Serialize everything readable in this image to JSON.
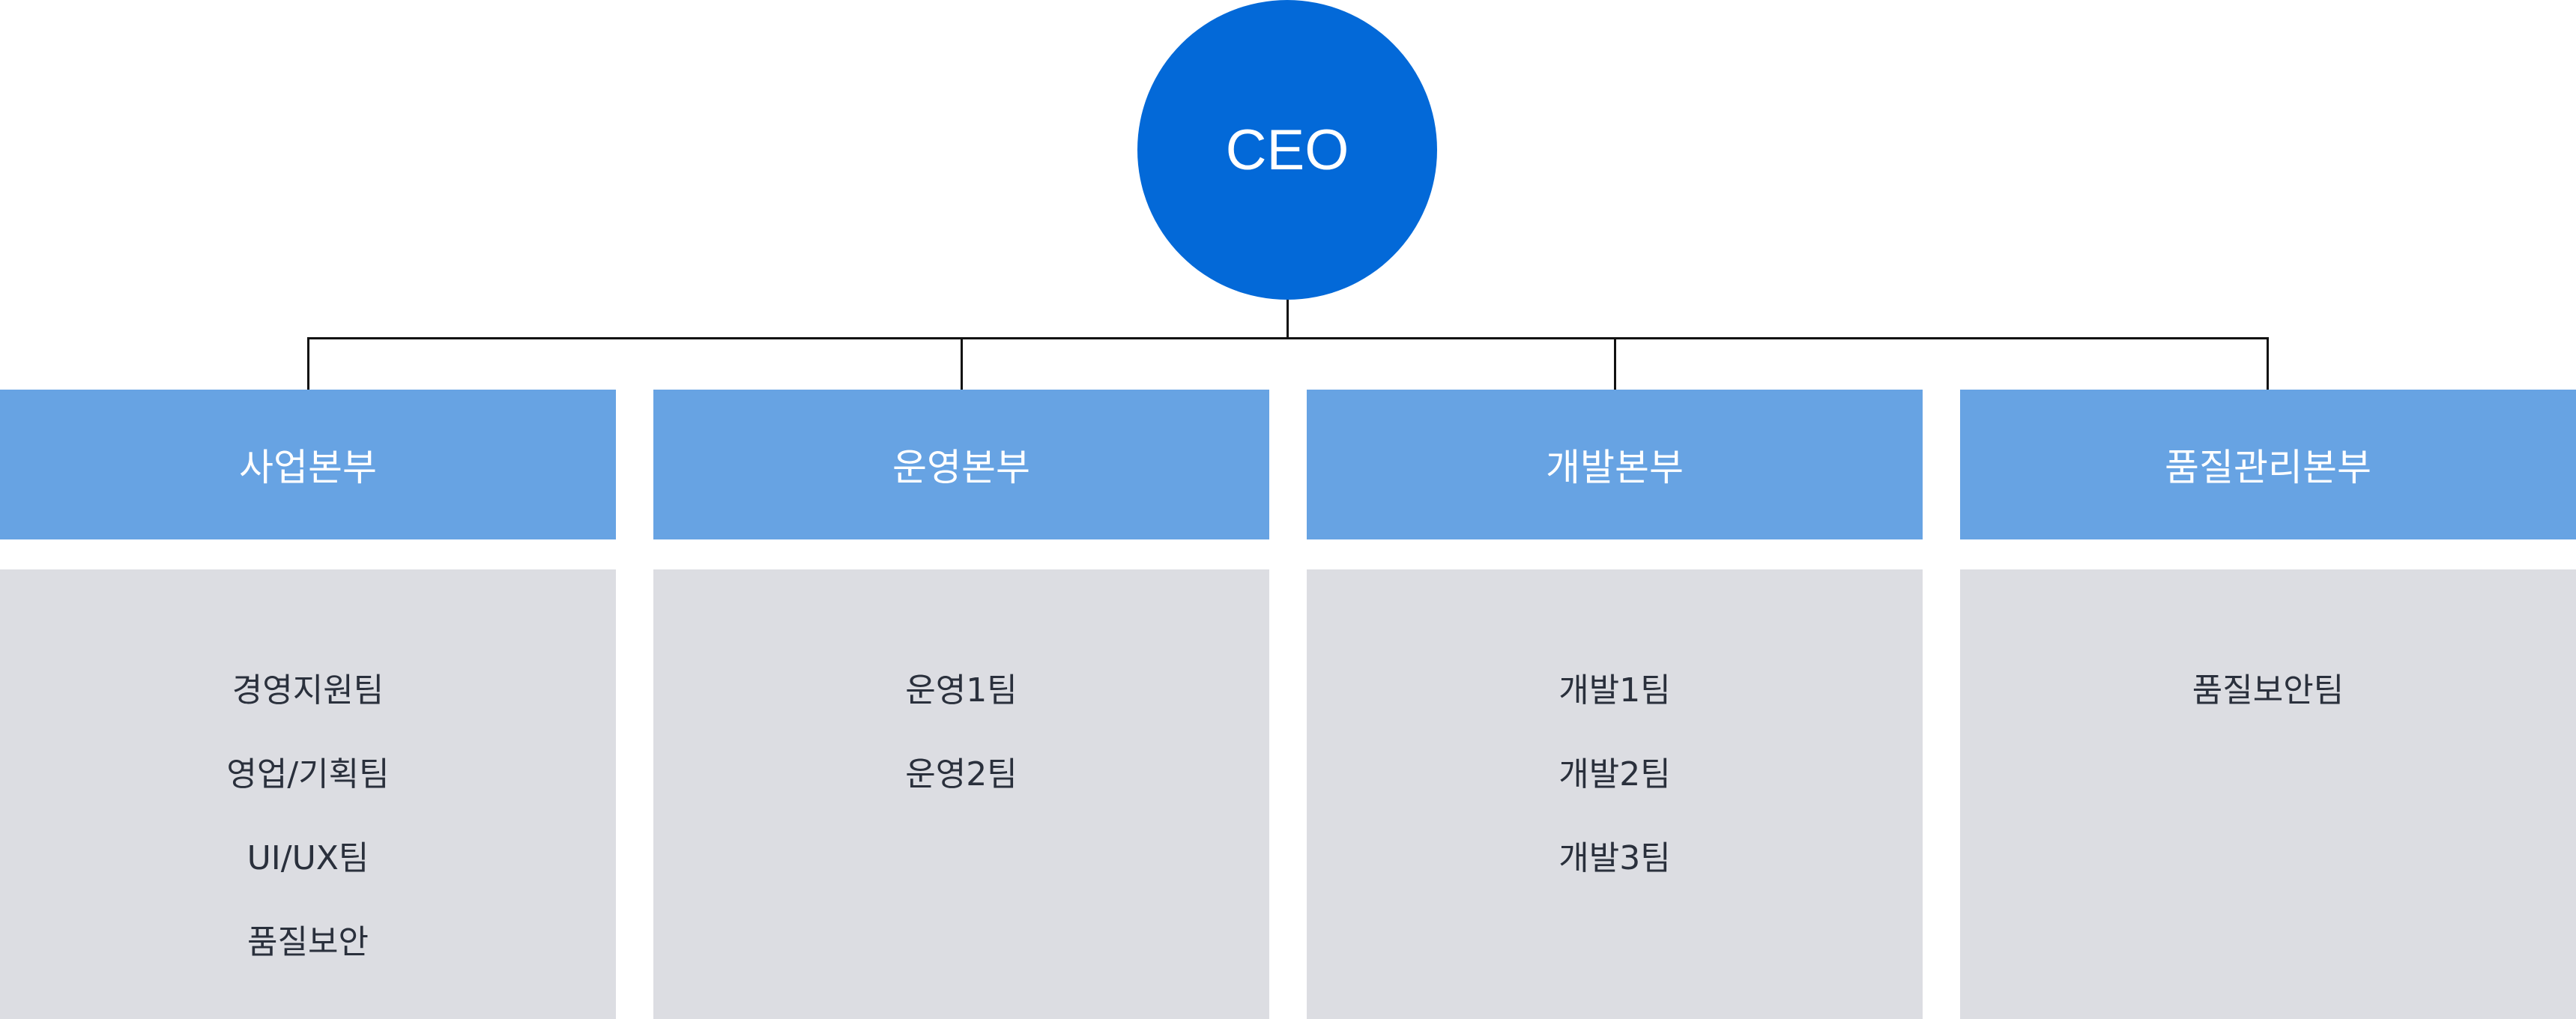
{
  "chart": {
    "root": {
      "label": "CEO",
      "color": "#0369d8"
    },
    "colors": {
      "division_header": "#67a3e3",
      "team_panel": "#dcdde2",
      "team_text": "#2a303c",
      "connector": "#111111"
    },
    "divisions": [
      {
        "label": "사업본부",
        "teams": [
          "경영지원팀",
          "영업/기획팀",
          "UI/UX팀",
          "품질보안"
        ]
      },
      {
        "label": "운영본부",
        "teams": [
          "운영1팀",
          "운영2팀"
        ]
      },
      {
        "label": "개발본부",
        "teams": [
          "개발1팀",
          "개발2팀",
          "개발3팀"
        ]
      },
      {
        "label": "품질관리본부",
        "teams": [
          "품질보안팀"
        ]
      }
    ]
  }
}
